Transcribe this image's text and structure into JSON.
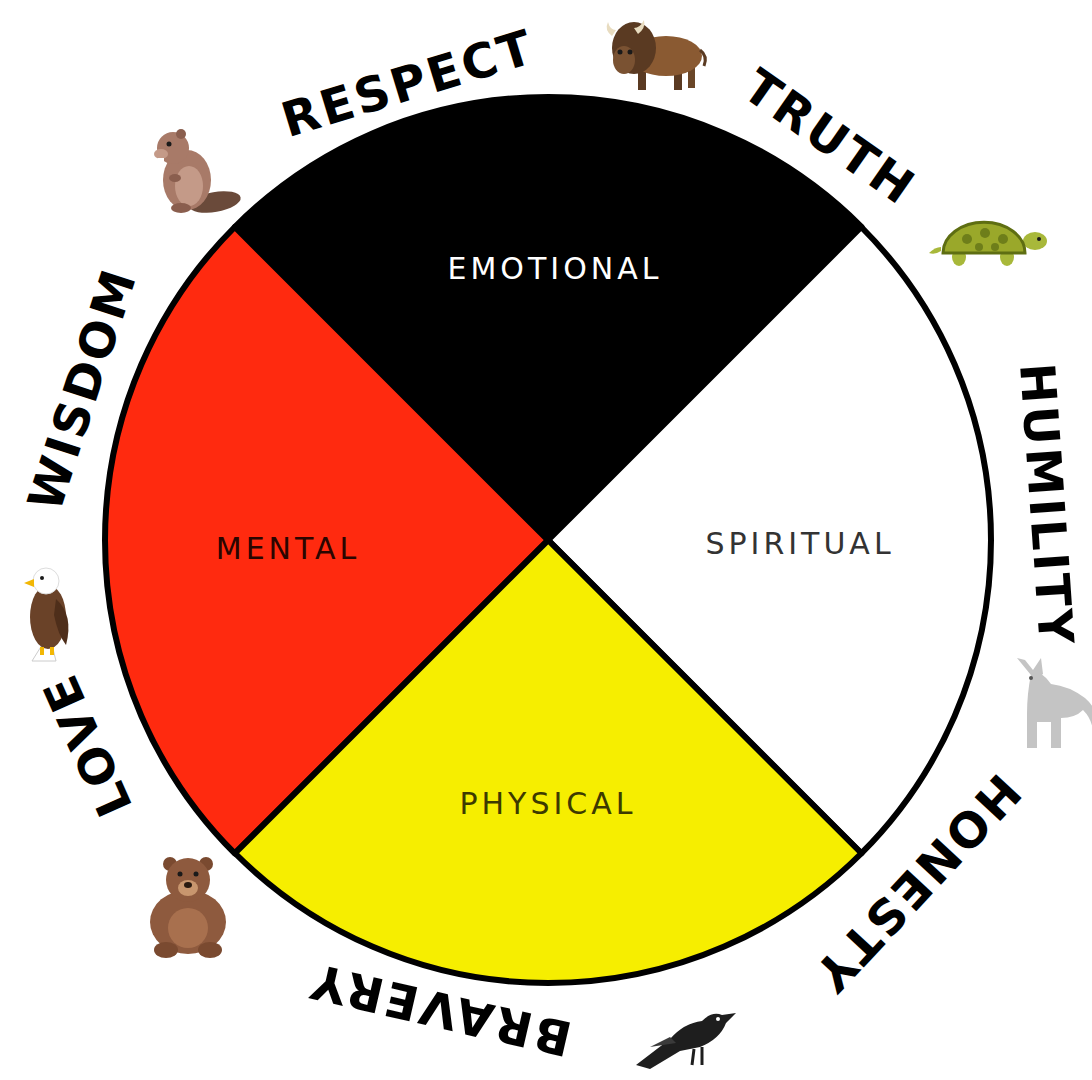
{
  "diagram": {
    "nodes": [
      {
        "text": [
          "EMOTIONAL"
        ]
      },
      {
        "text": [
          "MENTAL"
        ]
      },
      {
        "text": [
          "SPIRITUAL"
        ]
      },
      {
        "text": [
          "PHYSICAL"
        ]
      }
    ],
    "labels": [
      "RESPECT",
      "TRUTH",
      "HUMILITY",
      "HONESTY",
      "BRAVERY",
      "LOVE",
      "WISDOM"
    ]
  }
}
